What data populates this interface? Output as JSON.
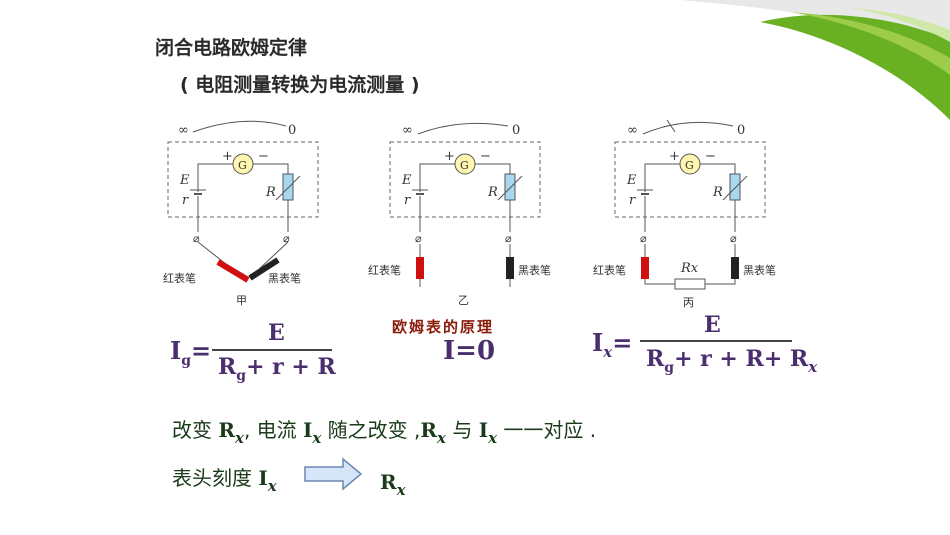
{
  "title": {
    "line1": "闭合电路欧姆定律",
    "line2": "( 电阻测量转换为电流测量 )"
  },
  "diagram": {
    "infinity": "∞",
    "zero": "0",
    "E": "E",
    "r": "r",
    "R": "R",
    "G": "G",
    "plus": "+",
    "minus": "−",
    "red_probe": "红表笔",
    "black_probe": "黑表笔",
    "Rx": "Rx",
    "label_jia": "甲",
    "label_yi": "乙",
    "label_bing": "丙"
  },
  "principle_caption": "欧姆表的原理",
  "formulas": {
    "ig_left": "I",
    "ig_sub": "g",
    "eq": "=",
    "num_E": "E",
    "den1_R": "R",
    "den1_g": "g",
    "den1_rest": "+ r + R",
    "i0": "I=0",
    "ix_left": "I",
    "ix_sub": "x",
    "den3_R": "R",
    "den3_g": "g",
    "den3_mid": "+ r + R",
    "den3_plus": "+ R",
    "den3_x": "x"
  },
  "statement": {
    "a": "改变 ",
    "R": "R",
    "x": "x",
    "b": ", 电流 ",
    "I": "I",
    "c": " 随之改变 ,",
    "d": " 与 ",
    "e": " 一一对应 ."
  },
  "scale": {
    "label": "表头刻度 ",
    "I": "I",
    "x": "x",
    "R": "R"
  },
  "colors": {
    "accent_green": "#6ab023",
    "text_dark": "#2a2a2a",
    "formula": "#4a2e6e",
    "caption": "#8a1a0a"
  }
}
